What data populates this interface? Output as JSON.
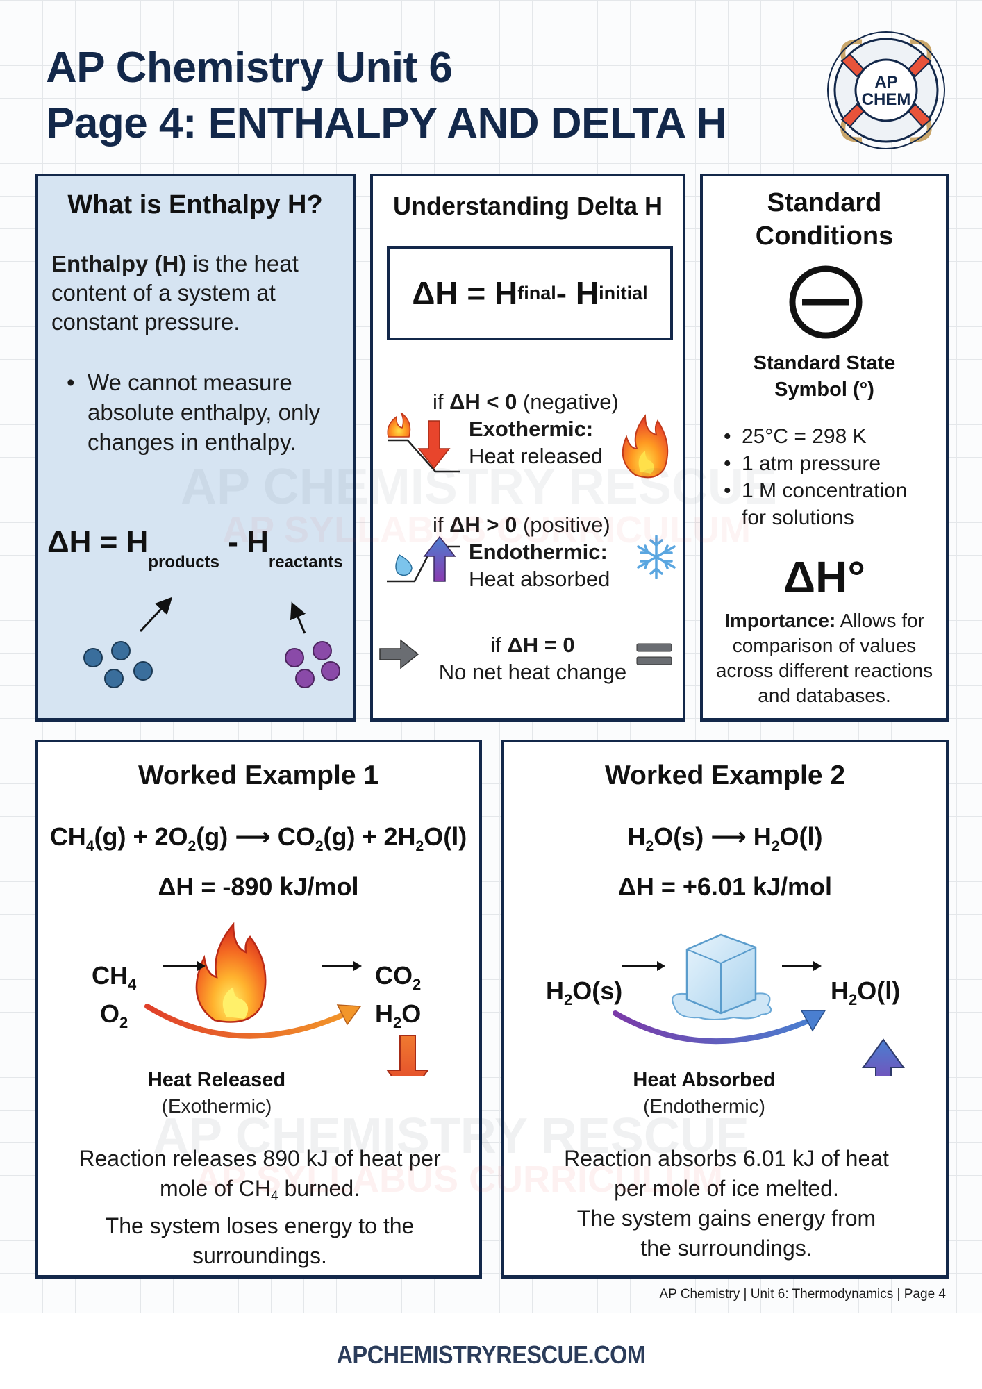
{
  "header": {
    "title_line1": "AP Chemistry Unit 6",
    "title_line2": "Page 4: ENTHALPY AND DELTA H",
    "logo": {
      "icon": "life-ring-icon",
      "text_line1": "AP",
      "text_line2": "CHEM"
    }
  },
  "panel_enthalpy": {
    "title": "What is Enthalpy H?",
    "definition_bold": "Enthalpy (H)",
    "definition_rest": " is the heat content of a system at constant pressure.",
    "bullet": "We cannot measure absolute enthalpy, only changes in enthalpy.",
    "equation": {
      "lhs": "ΔH = H",
      "sub1": "products",
      "mid": " - H",
      "sub2": "reactants"
    },
    "product_color": "#3a6e9c",
    "reactant_color": "#8a4aa8"
  },
  "panel_delta": {
    "title": "Understanding Delta H",
    "formula": {
      "lhs": "ΔH = H",
      "sub1": "final",
      "mid": " - H",
      "sub2": "initial"
    },
    "cases": [
      {
        "cond_prefix": "if ",
        "cond_bold": "ΔH < 0",
        "cond_suffix": " (negative)",
        "type": "Exothermic",
        "desc": "Heat released",
        "icon": "fire-icon"
      },
      {
        "cond_prefix": "if ",
        "cond_bold": "ΔH > 0",
        "cond_suffix": " (positive)",
        "type": "Endothermic",
        "desc": "Heat absorbed",
        "icon": "snowflake-icon"
      },
      {
        "cond_prefix": "if ",
        "cond_bold": "ΔH = 0",
        "cond_suffix": "",
        "type": "",
        "desc": "No net heat change",
        "icon": "equals-icon"
      }
    ]
  },
  "panel_standard": {
    "title_line1": "Standard",
    "title_line2": "Conditions",
    "symbol_icon": "plimsoll-standard-state-icon",
    "symbol_label_line1": "Standard State",
    "symbol_label_line2": "Symbol (°)",
    "conditions": [
      "25°C = 298 K",
      "1 atm pressure",
      "1 M concentration for solutions"
    ],
    "dh_standard": "ΔH°",
    "importance_label": "Importance:",
    "importance_text": " Allows for comparison of values across different reactions and databases."
  },
  "example1": {
    "title": "Worked Example 1",
    "reaction": "CH₄(g) + 2O₂(g) ⟶ CO₂(g) + 2H₂O(l)",
    "delta_h": "ΔH = -890 kJ/mol",
    "reactants": [
      "CH₄",
      "O₂"
    ],
    "products": [
      "CO₂",
      "H₂O"
    ],
    "heat_label": "Heat Released",
    "heat_type": "(Exothermic)",
    "explanation_line1": "Reaction releases 890 kJ of heat per",
    "explanation_line2": "mole of CH₄ burned.",
    "explanation_line3": "The system loses energy to the",
    "explanation_line4": "surroundings."
  },
  "example2": {
    "title": "Worked Example 2",
    "reaction": "H₂O(s) ⟶ H₂O(l)",
    "delta_h": "ΔH = +6.01 kJ/mol",
    "reactant": "H₂O(s)",
    "product": "H₂O(l)",
    "heat_label": "Heat Absorbed",
    "heat_type": "(Endothermic)",
    "explanation_line1": "Reaction absorbs 6.01 kJ of heat",
    "explanation_line2": "per mole of ice melted.",
    "explanation_line3": "The system gains energy from",
    "explanation_line4": "the surroundings."
  },
  "watermark": {
    "line1": "AP CHEMISTRY RESCUE",
    "line2": "AP SYLLABUS CURRICULUM"
  },
  "footer": {
    "meta": "AP Chemistry | Unit 6: Thermodynamics | Page 4",
    "site": "APCHEMISTRYRESCUE.COM"
  },
  "colors": {
    "navy": "#13284a",
    "panel_blue": "#d6e4f2",
    "exo_red": "#e8452c",
    "endo_purple": "#7a4bb0",
    "endo_blue": "#4a7fd0"
  }
}
